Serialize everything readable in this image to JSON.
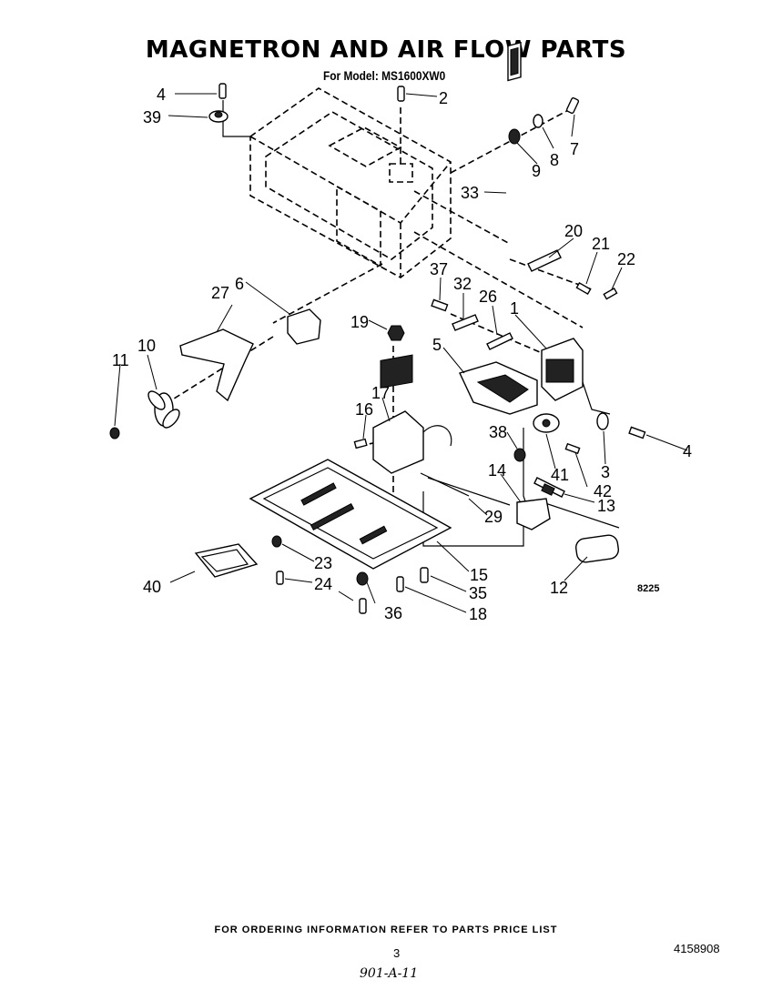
{
  "title": "MAGNETRON AND AIR FLOW PARTS",
  "subtitle": "For Model: MS1600XW0",
  "figure_code": "8225",
  "callouts": [
    "1",
    "2",
    "3",
    "4",
    "4",
    "5",
    "6",
    "7",
    "8",
    "9",
    "10",
    "11",
    "12",
    "13",
    "14",
    "15",
    "16",
    "17",
    "18",
    "19",
    "20",
    "21",
    "22",
    "23",
    "24",
    "26",
    "27",
    "29",
    "32",
    "33",
    "35",
    "36",
    "37",
    "38",
    "39",
    "40",
    "41",
    "42"
  ],
  "footer": "FOR ORDERING INFORMATION REFER TO PARTS PRICE LIST",
  "page_number": "3",
  "document_number": "4158908",
  "handwritten_note": "901-A-11"
}
